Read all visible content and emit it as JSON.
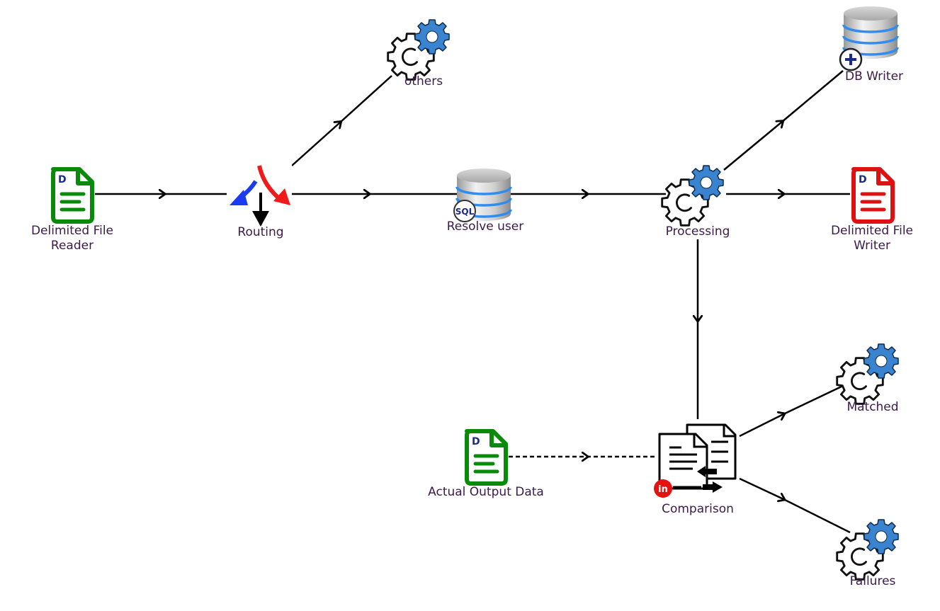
{
  "diagram": {
    "nodes": [
      {
        "id": "delimited-file-reader",
        "label": "Delimited File\nReader",
        "icon": "delimited-file-icon",
        "color": "#0a8a0a",
        "badge": "D"
      },
      {
        "id": "routing",
        "label": "Routing",
        "icon": "routing-icon"
      },
      {
        "id": "others",
        "label": "others",
        "icon": "gear-icon"
      },
      {
        "id": "resolve-user",
        "label": "Resolve user",
        "icon": "sql-database-icon",
        "badge": "SQL"
      },
      {
        "id": "processing",
        "label": "Processing",
        "icon": "gear-icon"
      },
      {
        "id": "db-writer",
        "label": "DB Writer",
        "icon": "database-writer-icon",
        "badge": "+"
      },
      {
        "id": "delimited-file-writer",
        "label": "Delimited File\nWriter",
        "icon": "delimited-file-icon",
        "color": "#dd1111",
        "badge": "D"
      },
      {
        "id": "actual-output-data",
        "label": "Actual Output Data",
        "icon": "delimited-file-icon",
        "color": "#0a8a0a",
        "badge": "D"
      },
      {
        "id": "comparison",
        "label": "Comparison",
        "icon": "comparison-icon",
        "badge": "in"
      },
      {
        "id": "matched",
        "label": "Matched",
        "icon": "gear-icon"
      },
      {
        "id": "failures",
        "label": "Failures",
        "icon": "gear-icon"
      }
    ],
    "edges": [
      {
        "from": "delimited-file-reader",
        "to": "routing",
        "style": "solid"
      },
      {
        "from": "routing",
        "to": "others",
        "style": "solid"
      },
      {
        "from": "routing",
        "to": "resolve-user",
        "style": "solid"
      },
      {
        "from": "resolve-user",
        "to": "processing",
        "style": "solid"
      },
      {
        "from": "processing",
        "to": "db-writer",
        "style": "solid"
      },
      {
        "from": "processing",
        "to": "delimited-file-writer",
        "style": "solid"
      },
      {
        "from": "processing",
        "to": "comparison",
        "style": "solid"
      },
      {
        "from": "actual-output-data",
        "to": "comparison",
        "style": "dashed"
      },
      {
        "from": "comparison",
        "to": "matched",
        "style": "solid"
      },
      {
        "from": "comparison",
        "to": "failures",
        "style": "solid"
      }
    ],
    "colors": {
      "label": "#3b1a4a",
      "edge": "#000000",
      "gear_accent": "#3a84cf",
      "db_stripe": "#2f8cf0",
      "badge_navy": "#1a2a8a",
      "in_badge": "#e51212"
    }
  }
}
